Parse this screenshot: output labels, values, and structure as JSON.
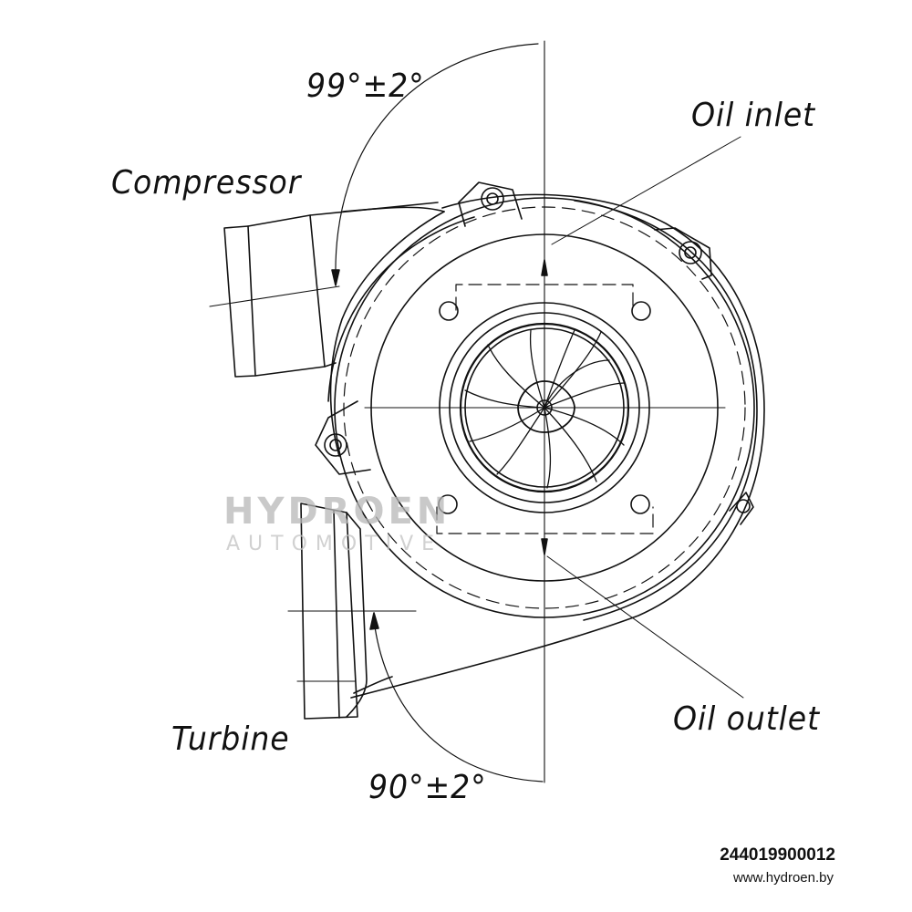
{
  "labels": {
    "compressor": "Compressor",
    "oil_inlet": "Oil inlet",
    "turbine": "Turbine",
    "oil_outlet": "Oil outlet",
    "angle_compressor": "99°±2°",
    "angle_turbine": "90°±2°"
  },
  "watermark": {
    "brand": "HYDROEN",
    "subtitle": "AUTOMOTIVE"
  },
  "footer": {
    "part_number": "244019900012",
    "website": "www.hydroen.by"
  }
}
